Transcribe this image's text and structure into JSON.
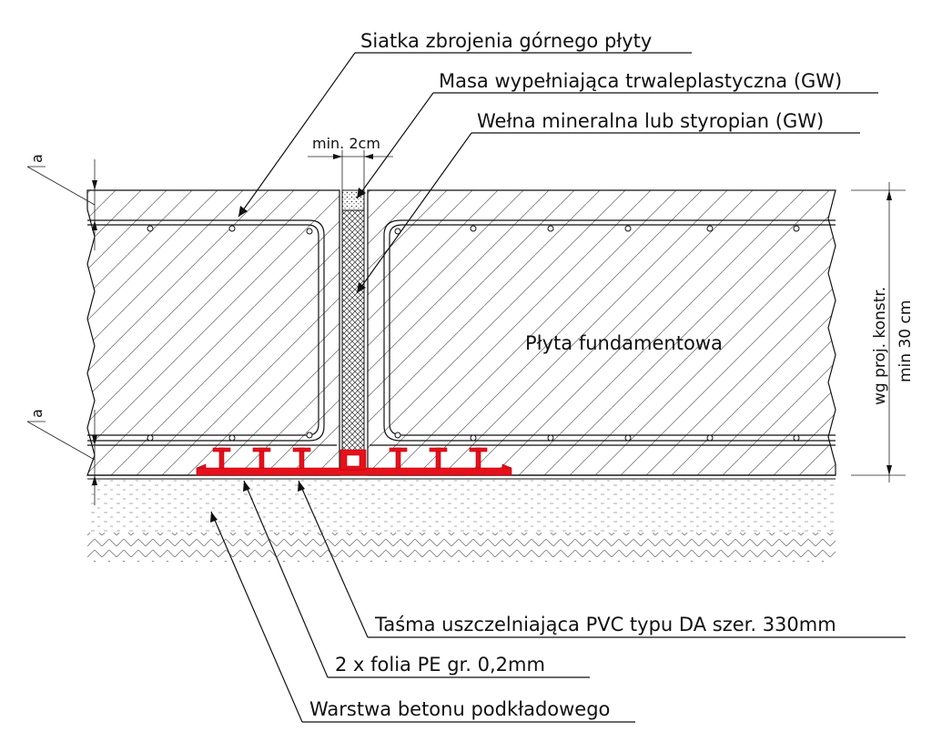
{
  "labels": {
    "top_mesh": "Siatka zbrojenia górnego płyty",
    "filler": "Masa wypełniająca trwaleplastyczna (GW)",
    "insulation": "Wełna mineralna lub styropian (GW)",
    "gap": "min. 2cm",
    "slab": "Płyta fundamentowa",
    "thickness_line1": "wg proj. konstr.",
    "thickness_line2": "min 30 cm",
    "cover_top": "a",
    "cover_bottom": "a",
    "waterstop": "Taśma uszczelniająca PVC typu DA szer. 330mm",
    "foil": "2 x folia PE gr. 0,2mm",
    "subbase": "Warstwa betonu podkładowego"
  },
  "colors": {
    "line": "#111111",
    "waterstop": "#e8101a",
    "hatch": "#555555",
    "gap_fill": "#cfcfcf"
  }
}
